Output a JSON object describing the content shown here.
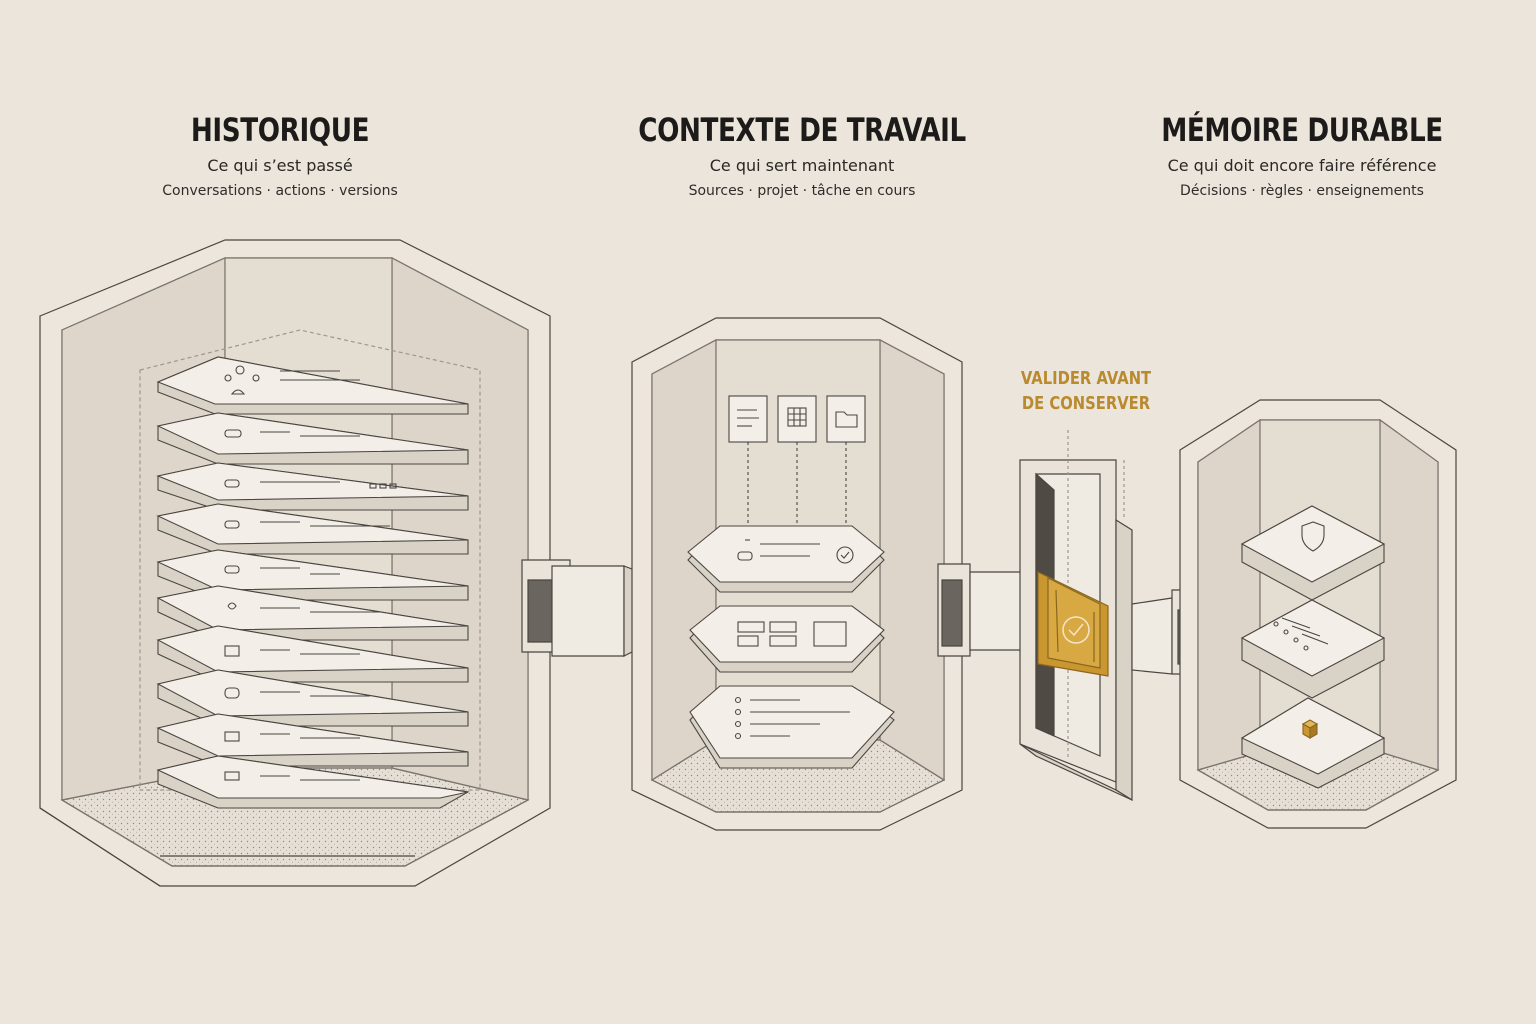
{
  "columns": [
    {
      "title": "HISTORIQUE",
      "subtitle": "Ce qui s’est passé",
      "detail": "Conversations · actions · versions"
    },
    {
      "title": "CONTEXTE DE TRAVAIL",
      "subtitle": "Ce qui sert maintenant",
      "detail": "Sources · projet · tâche en cours"
    },
    {
      "title": "MÉMOIRE DURABLE",
      "subtitle": "Ce qui doit encore faire référence",
      "detail": "Décisions · règles · enseignements"
    }
  ],
  "gate": {
    "label_line1": "VALIDER AVANT",
    "label_line2": "DE CONSERVER"
  },
  "icons": {
    "context_sources": [
      "document-icon",
      "grid-icon",
      "folder-icon"
    ],
    "memory_layers": [
      "shield-icon",
      "checklist-icon",
      "cube-icon"
    ],
    "gate": "check-circle-icon"
  },
  "colors": {
    "background": "#ebe5dc",
    "ink": "#1d1b19",
    "accent": "#b98a2e"
  }
}
